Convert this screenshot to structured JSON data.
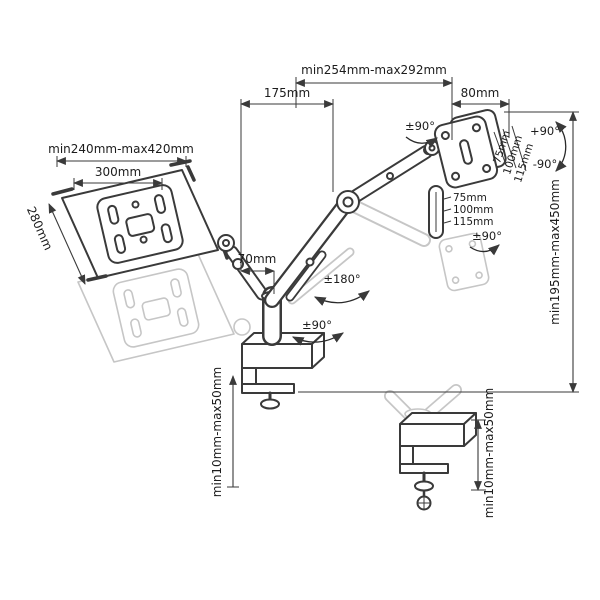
{
  "colors": {
    "line": "#3a3a3a",
    "ghost": "#c6c6c6",
    "text": "#1c1c1c",
    "background": "#ffffff"
  },
  "labels": {
    "top_range": "min254mm-max292mm",
    "arm_length": "175mm",
    "head_offset": "80mm",
    "tray_range": "min240mm-max420mm",
    "tray_width": "300mm",
    "tray_depth": "280mm",
    "pole_offset": "70mm",
    "height_range": "min195mm-max450mm",
    "clamp_range_left": "min10mm-max50mm",
    "clamp_range_right": "min10mm-max50mm",
    "rotation_head": "±90°",
    "tilt_up": "+90°",
    "tilt_down": "-90°",
    "swivel_arm": "±180°",
    "swivel_base": "±90°",
    "rotation_vesa": "±90°",
    "vesa_top_75": "75mm",
    "vesa_top_100": "100mm",
    "vesa_top_115": "115mm",
    "vesa_side_75": "75mm",
    "vesa_side_100": "100mm",
    "vesa_side_115": "115mm"
  }
}
